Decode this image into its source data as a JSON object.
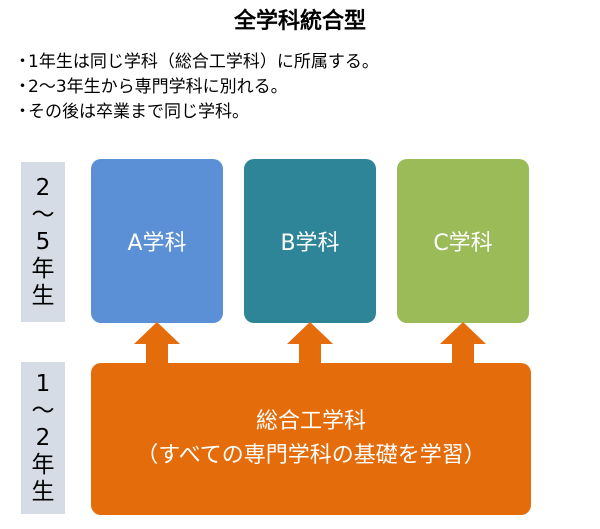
{
  "title": "全学科統合型",
  "bullets": [
    "1年生は同じ学科（総合工学科）に所属する。",
    "2～3年生から専門学科に別れる。",
    "その後は卒業まで同じ学科。"
  ],
  "bullet_mark": "・",
  "year_labels": {
    "upper": [
      "2",
      "～",
      "5",
      "年",
      "生"
    ],
    "lower": [
      "1",
      "～",
      "2",
      "年",
      "生"
    ]
  },
  "departments": [
    {
      "label": "A学科",
      "color": "#5b8fd6"
    },
    {
      "label": "B学科",
      "color": "#2e8597"
    },
    {
      "label": "C学科",
      "color": "#9bbb59"
    }
  ],
  "common": {
    "line1": "総合工学科",
    "line2": "（すべての専門学科の基礎を学習）",
    "color": "#e46c0a"
  },
  "arrow_color": "#e46c0a",
  "year_label_bg": "#d6dce5"
}
